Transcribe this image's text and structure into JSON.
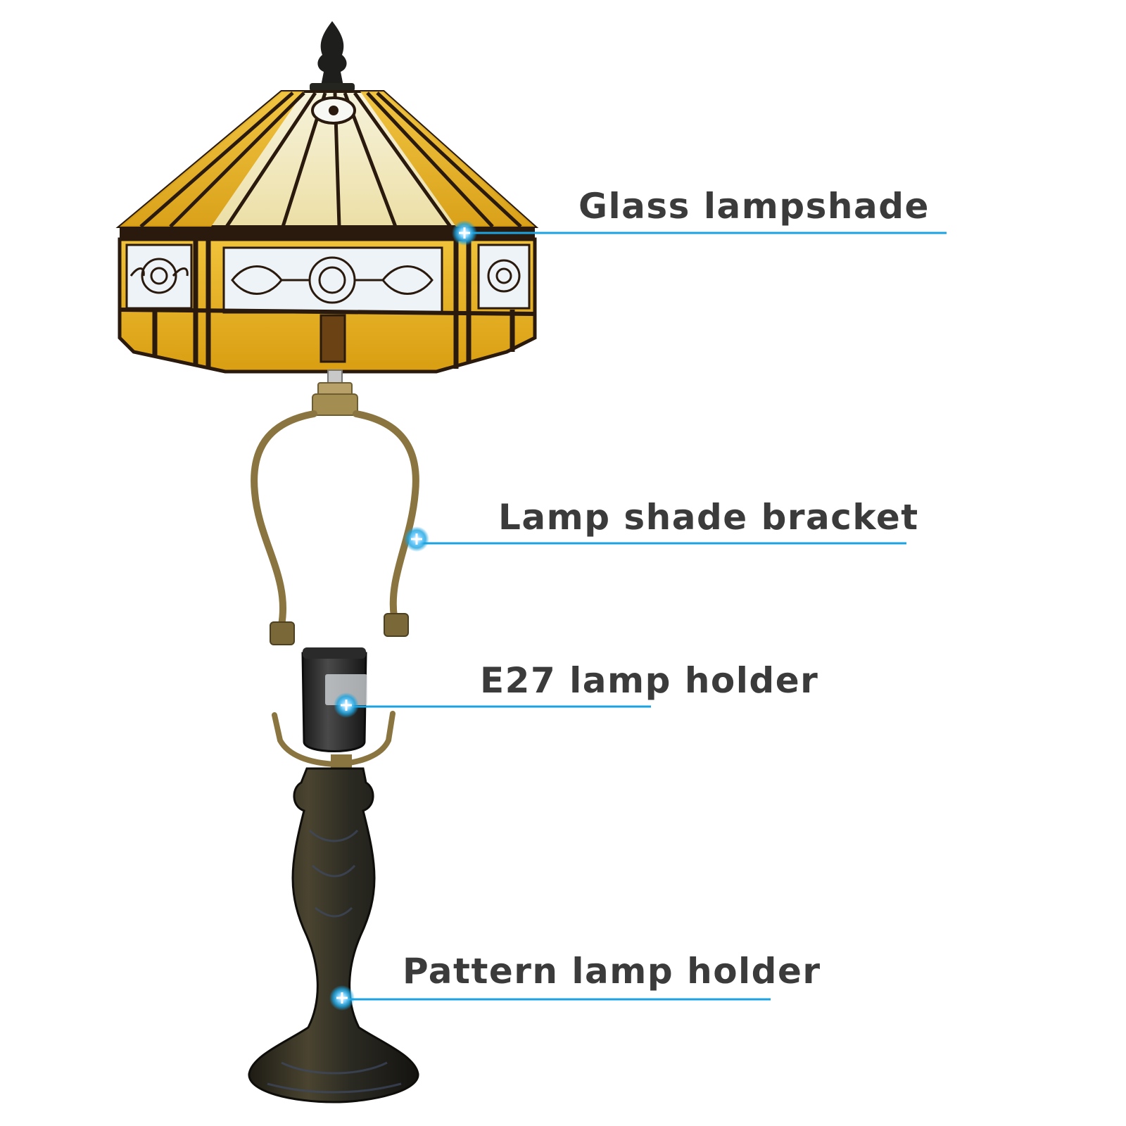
{
  "labels": {
    "glass_lampshade": "Glass lampshade",
    "lamp_shade_bracket": "Lamp shade bracket",
    "e27_lamp_holder": "E27 lamp holder",
    "pattern_lamp_holder": "Pattern lamp holder"
  },
  "colors": {
    "leader_line": "#1aa3e0",
    "label_text": "#3b3b3b",
    "glass_amber": "#e9b422",
    "glass_cream": "#f3efd2",
    "lead_came": "#2a1a0e",
    "bronze": "#2f2a1c",
    "brass": "#8a7540"
  }
}
